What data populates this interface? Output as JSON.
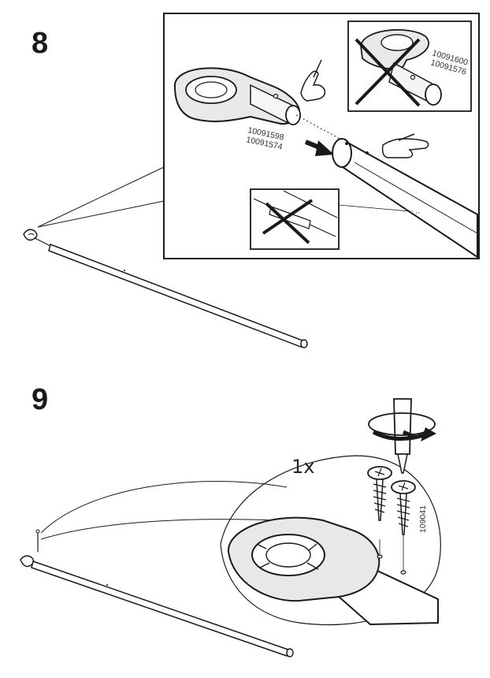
{
  "steps": [
    {
      "number": "8",
      "part_numbers_connector": [
        "10091598",
        "10091574"
      ],
      "part_numbers_wrong": [
        "10091600",
        "10091576"
      ]
    },
    {
      "number": "9",
      "quantity": "1x",
      "screw_part_number": "109041"
    }
  ]
}
